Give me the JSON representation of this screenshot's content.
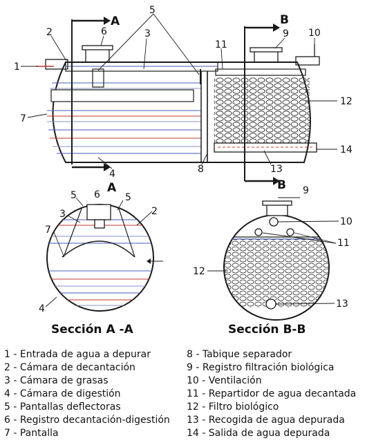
{
  "diagram": {
    "section_cut_a": "A",
    "section_cut_b": "B",
    "callouts": [
      "1",
      "2",
      "3",
      "4",
      "5",
      "6",
      "7",
      "8",
      "9",
      "10",
      "11",
      "12",
      "13",
      "14"
    ],
    "section_a_title": "Sección A -A",
    "section_b_title": "Sección B-B"
  },
  "legend": {
    "left": [
      "1 - Entrada de agua a depurar",
      "2 - Cámara de decantación",
      "3 - Cámara de grasas",
      "4 - Cámara de digestión",
      "5 - Pantallas deflectoras",
      "6 - Registro decantación-digestión",
      "7 - Pantalla"
    ],
    "right": [
      "8 - Tabique separador",
      "9 - Registro filtración biológica",
      "10 - Ventilación",
      "11 - Repartidor de agua decantada",
      "12 - Filtro biológico",
      "13 - Recogida de agua depurada",
      "14 - Salida de agua depurada"
    ]
  },
  "colors": {
    "ink": "#1a1a1a",
    "blue_hatch": "#4a58b8",
    "red_hatch": "#c0392b",
    "media": "#2c2c2c"
  }
}
